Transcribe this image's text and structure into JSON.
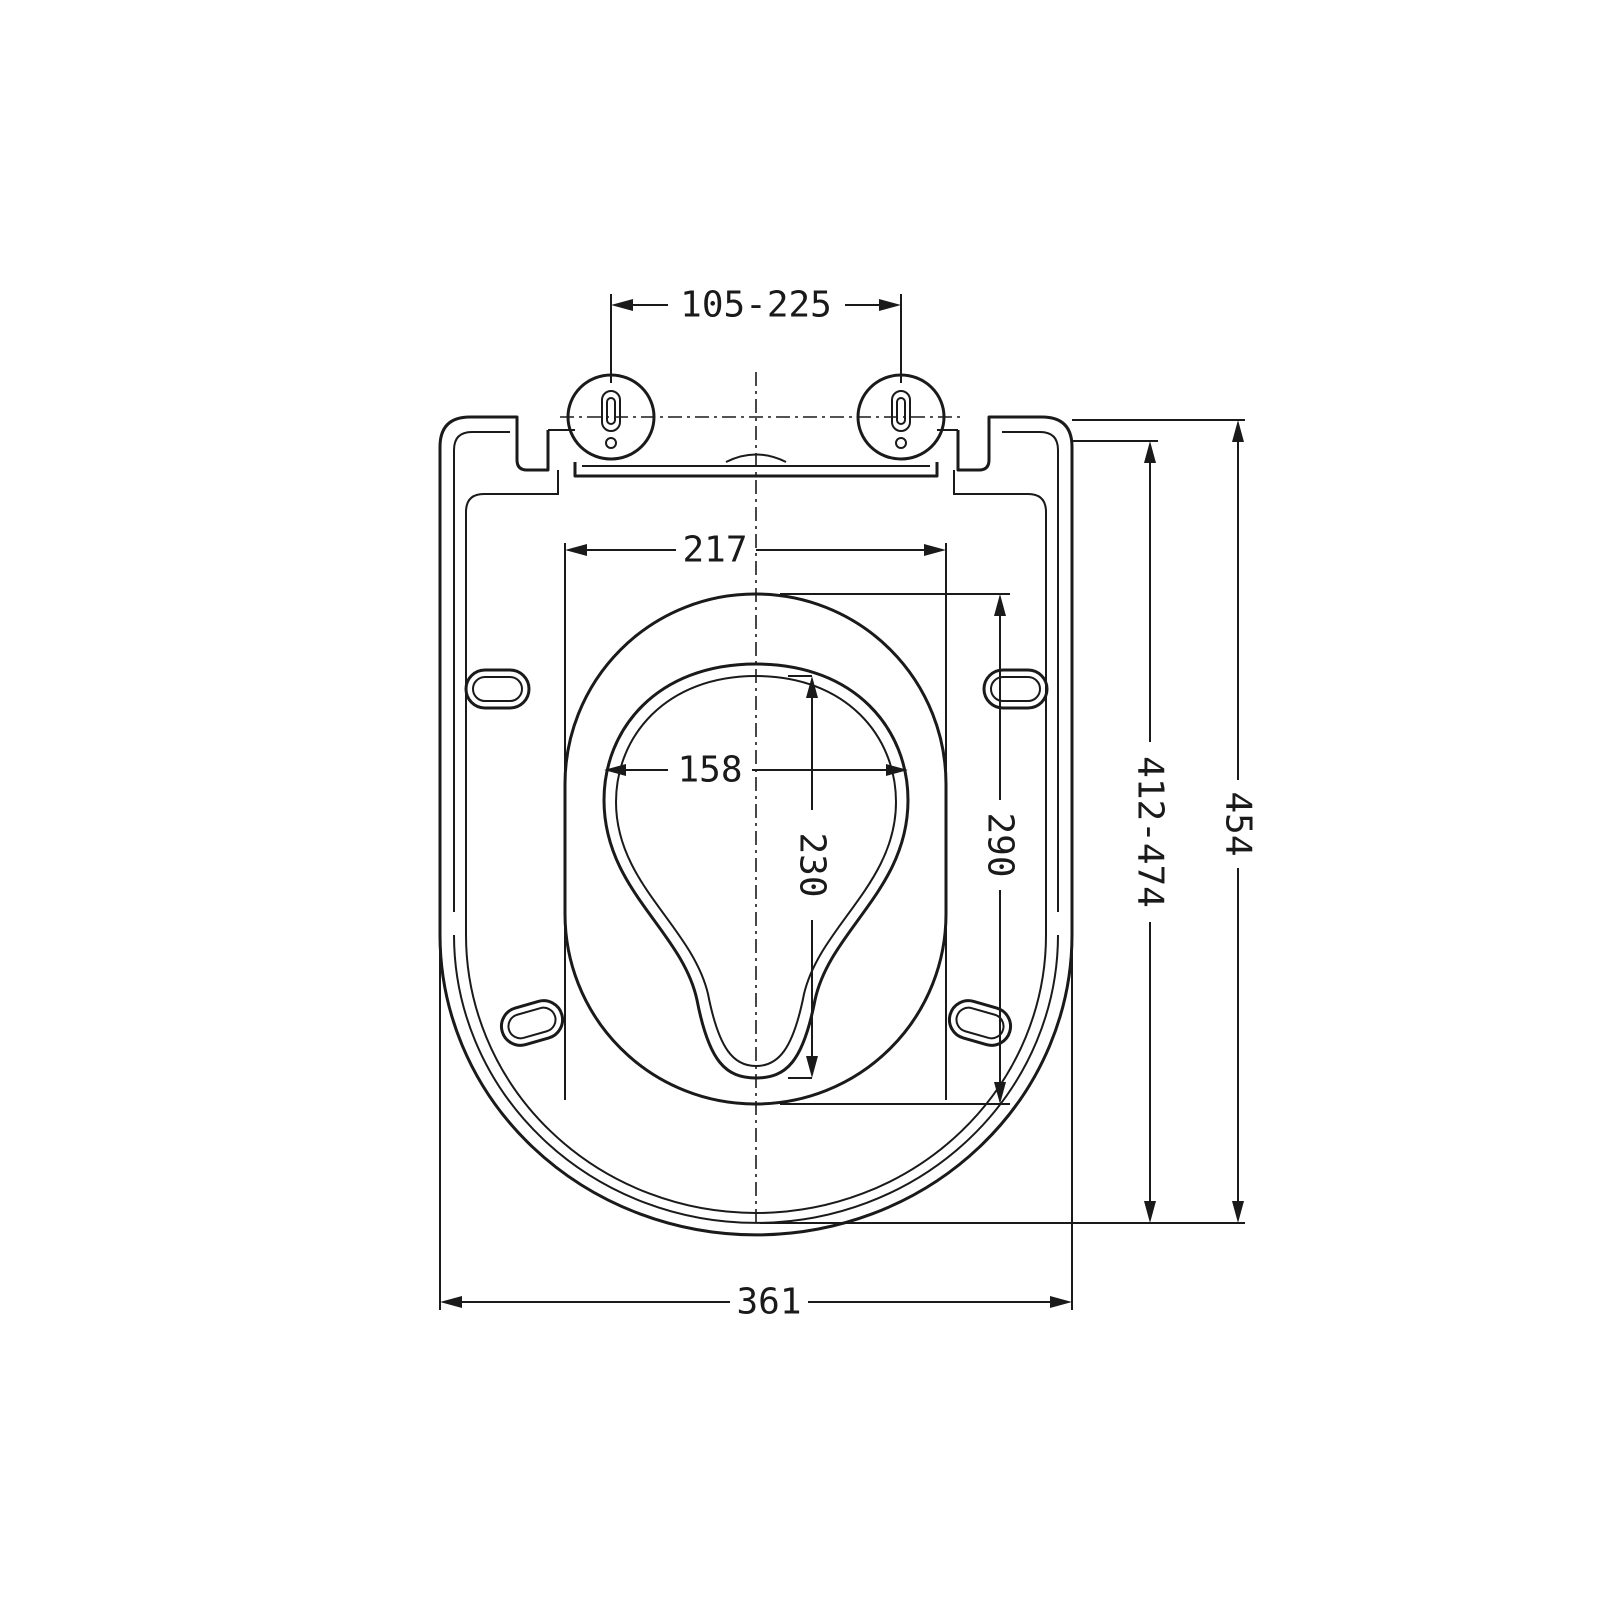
{
  "diagram": {
    "dimensions": {
      "hinge_spacing": "105-225",
      "seat_inner_width": "217",
      "opening_width": "158",
      "opening_length": "230",
      "seat_inner_length": "290",
      "fixing_range": "412-474",
      "overall_length": "454",
      "overall_width": "361"
    },
    "line_color": "#1a1a1a"
  }
}
